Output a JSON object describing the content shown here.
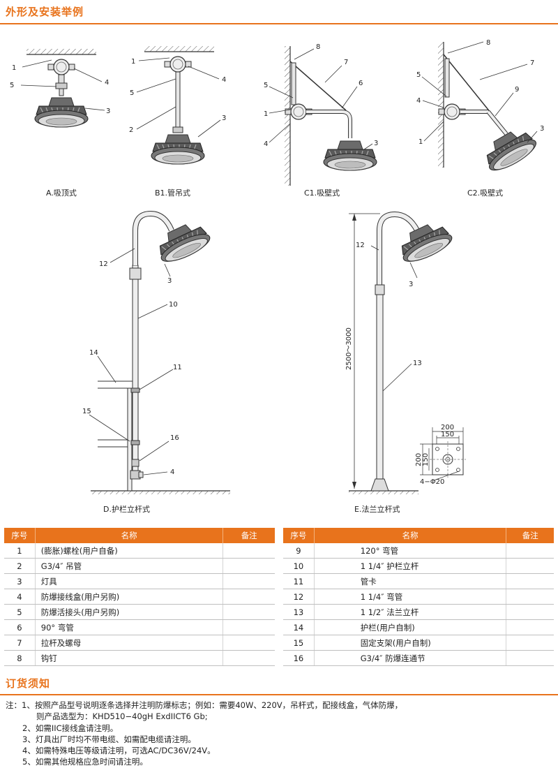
{
  "section1_title": "外形及安装举例",
  "section2_title": "订货须知",
  "diagram_captions": {
    "a": "A.吸顶式",
    "b1": "B1.管吊式",
    "c1": "C1.吸壁式",
    "c2": "C2.吸壁式",
    "d": "D.护栏立杆式",
    "e": "E.法兰立杆式"
  },
  "callouts": {
    "n1": "1",
    "n2": "2",
    "n3": "3",
    "n4": "4",
    "n5": "5",
    "n6": "6",
    "n7": "7",
    "n8": "8",
    "n9": "9",
    "n10": "10",
    "n11": "11",
    "n12": "12",
    "n13": "13",
    "n14": "14",
    "n15": "15",
    "n16": "16"
  },
  "dimensions": {
    "height_range": "2500～3000",
    "flange_w_outer": "200",
    "flange_w_inner": "150",
    "flange_h_outer": "200",
    "flange_h_inner": "150",
    "holes": "4−Φ20"
  },
  "parts_table": {
    "headers": [
      "序号",
      "名称",
      "备注"
    ],
    "left_rows": [
      {
        "no": "1",
        "name": "(膨胀)螺栓(用户自备)",
        "note": ""
      },
      {
        "no": "2",
        "name": "G3/4″ 吊管",
        "note": ""
      },
      {
        "no": "3",
        "name": "灯具",
        "note": ""
      },
      {
        "no": "4",
        "name": "防爆接线盒(用户另购)",
        "note": ""
      },
      {
        "no": "5",
        "name": "防爆活接头(用户另购)",
        "note": ""
      },
      {
        "no": "6",
        "name": "90° 弯管",
        "note": ""
      },
      {
        "no": "7",
        "name": "拉杆及螺母",
        "note": ""
      },
      {
        "no": "8",
        "name": "钩钉",
        "note": ""
      }
    ],
    "right_rows": [
      {
        "no": "9",
        "name": "120° 弯管",
        "note": ""
      },
      {
        "no": "10",
        "name": "1 1/4″ 护栏立杆",
        "note": ""
      },
      {
        "no": "11",
        "name": "管卡",
        "note": ""
      },
      {
        "no": "12",
        "name": "1 1/4″ 弯管",
        "note": ""
      },
      {
        "no": "13",
        "name": "1 1/2″ 法兰立杆",
        "note": ""
      },
      {
        "no": "14",
        "name": "护栏(用户自制)",
        "note": ""
      },
      {
        "no": "15",
        "name": "固定支架(用户自制)",
        "note": ""
      },
      {
        "no": "16",
        "name": "G3/4″ 防爆连通节",
        "note": ""
      }
    ]
  },
  "notes": [
    "注：1、按照产品型号说明逐条选择并注明防爆标志；例如：需要40W、220V，吊杆式，配接线盒，气体防爆，",
    "则产品选型为：KHD510−40gH ExdIICT6 Gb;",
    "2、如需IIC接线盒请注明。",
    "3、灯具出厂时均不带电缆、如需配电缆请注明。",
    "4、如需特殊电压等级请注明，可选AC/DC36V/24V。",
    "5、如需其他规格应急时间请注明。"
  ]
}
